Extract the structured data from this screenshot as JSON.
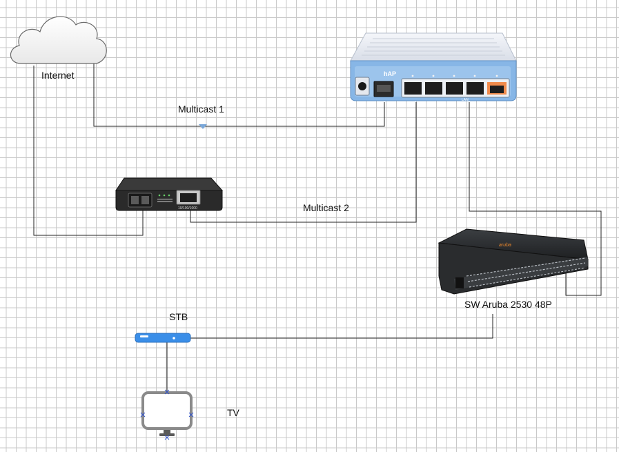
{
  "labels": {
    "internet": "Internet",
    "multicast1": "Multicast 1",
    "multicast2": "Multicast 2",
    "switch": "SW Aruba 2530 48P",
    "stb": "STB",
    "tv": "TV"
  },
  "devices": {
    "router_badge": "hAP",
    "router_lan": "LAN",
    "media_converter_port": "10/100/1000",
    "switch_brand": "aruba"
  },
  "colors": {
    "line": "#222222",
    "router_body": "#e6eaf2",
    "router_panel": "#87b6e6",
    "router_port4": "#f08a4b",
    "stb_blue": "#3a8ee8",
    "switch_body": "#252729"
  }
}
